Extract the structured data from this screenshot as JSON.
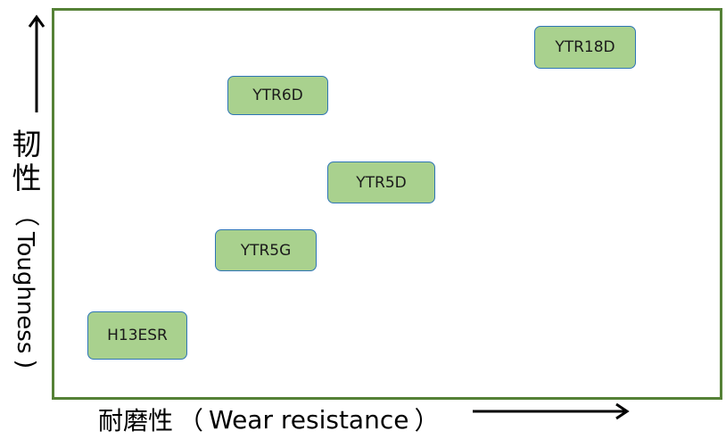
{
  "y_axis": {
    "label_cjk": "韧性",
    "paren_open": "（",
    "label_en": "Toughness",
    "paren_close": ")"
  },
  "x_axis": {
    "label_cjk": "耐磨性",
    "paren_open": "（",
    "label_en": "Wear resistance",
    "paren_close": "）"
  },
  "grades": [
    "YTR18D",
    "YTR6D",
    "YTR5D",
    "YTR5G",
    "H13ESR"
  ],
  "colors": {
    "frame": "#558136",
    "box_fill": "#a9d18e",
    "box_border": "#2e75b6",
    "arrow": "#000000"
  }
}
